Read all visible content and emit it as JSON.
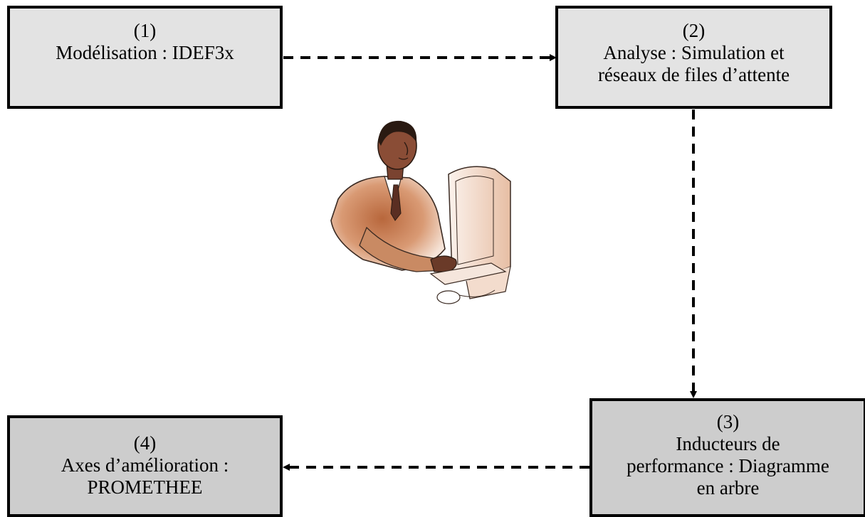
{
  "colors": {
    "box_fill_light": "#e3e3e3",
    "box_fill_dark": "#cdcdcd",
    "border": "#000000",
    "figure_skin": "#c8845c",
    "figure_dark": "#5a2e22"
  },
  "boxes": [
    {
      "id": "1",
      "lines": [
        "(1)",
        "Modélisation : IDEF3x"
      ]
    },
    {
      "id": "2",
      "lines": [
        "(2)",
        "Analyse : Simulation et",
        "réseaux de files d’attente"
      ]
    },
    {
      "id": "3",
      "lines": [
        "(3)",
        "Inducteurs de",
        "performance : Diagramme",
        "en arbre"
      ]
    },
    {
      "id": "4",
      "lines": [
        "(4)",
        "Axes d’amélioration :",
        "PROMETHEE"
      ]
    }
  ],
  "illustration": {
    "icon": "person-at-computer-icon"
  }
}
